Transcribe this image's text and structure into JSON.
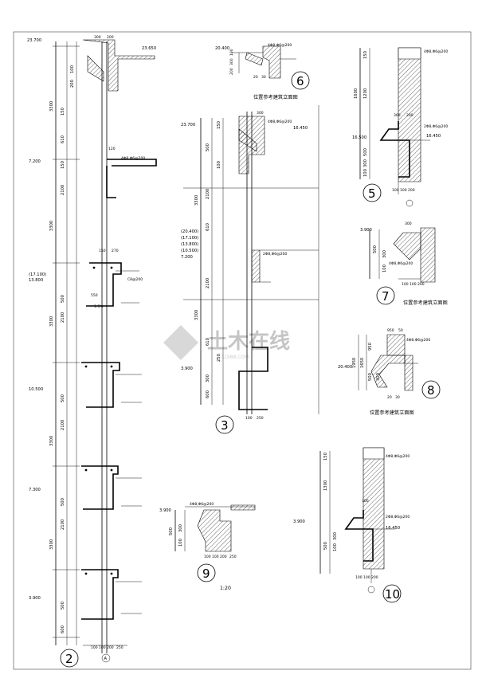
{
  "sheet": {
    "border_color": "#000000",
    "background": "#ffffff"
  },
  "watermark": {
    "text": "土木在线",
    "sub": "COI88.COM"
  },
  "details": [
    {
      "id": "2",
      "elev_labels": [
        "23.700",
        "7.200",
        "(17.100)",
        "13.800",
        "10.500",
        "7.300",
        "3.900"
      ],
      "dims": [
        "3300",
        "3300",
        "3300",
        "3300",
        "3300",
        "2100",
        "2100",
        "2100",
        "2100",
        "500",
        "500",
        "500",
        "500",
        "600",
        "610",
        "150",
        "150",
        "100",
        "200"
      ],
      "top_dims": [
        "300",
        "200",
        "23.650"
      ],
      "bottom_dims": [
        "100",
        "100",
        "200",
        "250"
      ],
      "callouts": [
        "4Φ8,Φ6@200",
        "C8@200",
        "1:5%",
        "550",
        "120",
        "270",
        "150"
      ],
      "axis_label": "A"
    },
    {
      "id": "3",
      "elev_labels": [
        "23.700",
        "(20.400)",
        "(17.100)",
        "(13.800)",
        "(10.500)",
        "7.200",
        "3.900",
        "16.450"
      ],
      "dims": [
        "3300",
        "3300",
        "2100",
        "2100",
        "610",
        "610",
        "500",
        "300",
        "150",
        "100",
        "250",
        "600"
      ],
      "top_dims": [
        "300"
      ],
      "bottom_dims": [
        "100",
        "250"
      ],
      "callouts": [
        "4Φ8,Φ6@200",
        "2Φ8,Φ6@200"
      ]
    },
    {
      "id": "5",
      "elev_labels": [
        "16.500",
        "16.450"
      ],
      "dims": [
        "1600",
        "1200",
        "150",
        "500",
        "300",
        "100"
      ],
      "top_dims": [
        "300",
        "200"
      ],
      "bottom_dims": [
        "100",
        "100",
        "200"
      ],
      "callouts": [
        "4Φ8,Φ6@200",
        "2Φ8,Φ6@200"
      ]
    },
    {
      "id": "6",
      "elev_labels": [
        "20.400"
      ],
      "dims": [
        "300",
        "200",
        "100"
      ],
      "top_dims": [],
      "bottom_dims": [
        "20",
        "30"
      ],
      "callouts": [
        "4Φ8,Φ6@200"
      ],
      "note": "位置参考建筑立面图"
    },
    {
      "id": "7",
      "elev_labels": [
        "3.900"
      ],
      "dims": [
        "500",
        "300",
        "100"
      ],
      "top_dims": [
        "300"
      ],
      "bottom_dims": [
        "100",
        "100",
        "200"
      ],
      "callouts": [
        "4Φ8,Φ6@200"
      ],
      "note": "位置参考建筑立面图"
    },
    {
      "id": "8",
      "elev_labels": [
        "20.400"
      ],
      "dims": [
        "1950",
        "1650",
        "950",
        "500",
        "300"
      ],
      "top_dims": [
        "950",
        "50"
      ],
      "bottom_dims": [
        "20",
        "30"
      ],
      "callouts": [
        "4Φ8,Φ6@200"
      ],
      "note": "位置参考建筑立面图"
    },
    {
      "id": "9",
      "elev_labels": [
        "3.900"
      ],
      "dims": [
        "500",
        "300",
        "100"
      ],
      "top_dims": [],
      "bottom_dims": [
        "100",
        "100",
        "200",
        "250"
      ],
      "callouts": [
        "4Φ8,Φ6@200"
      ],
      "scale": "1:20"
    },
    {
      "id": "10",
      "elev_labels": [
        "3.900",
        "16.450"
      ],
      "dims": [
        "1300",
        "150",
        "500",
        "300",
        "100"
      ],
      "top_dims": [
        "300"
      ],
      "bottom_dims": [
        "100",
        "100",
        "200"
      ],
      "callouts": [
        "4Φ8,Φ6@200",
        "2Φ8,Φ6@200"
      ]
    }
  ]
}
